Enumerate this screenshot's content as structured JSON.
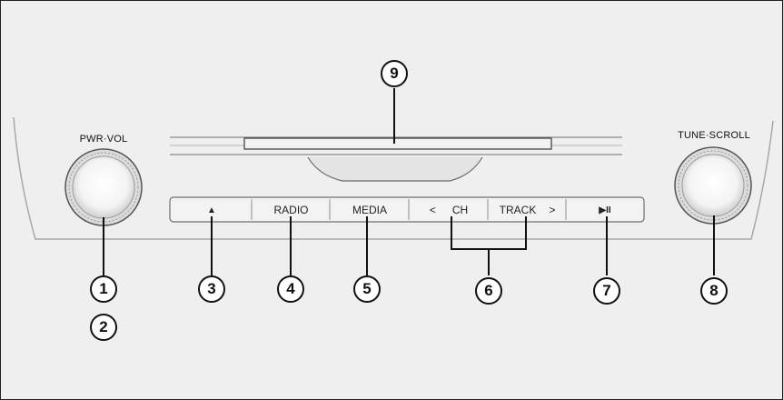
{
  "knob_labels": {
    "left": "PWR·VOL",
    "right": "TUNE·SCROLL"
  },
  "buttons": {
    "eject": "▲",
    "radio": "RADIO",
    "media": "MEDIA",
    "ch_prev": "<",
    "ch": "CH",
    "track": "TRACK",
    "track_next": ">",
    "play_pause": "▶II"
  },
  "callouts": [
    "1",
    "2",
    "3",
    "4",
    "5",
    "6",
    "7",
    "8",
    "9"
  ]
}
